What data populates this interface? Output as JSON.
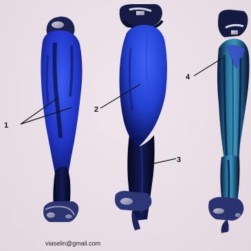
{
  "labels": {
    "label_1": "1",
    "label_2": "2",
    "label_3": "3",
    "label_4": "4"
  },
  "credit": "viaselin@gmail.com",
  "colors": {
    "background": "#e9dfe6",
    "muscle_blue": "#2a45d8",
    "muscle_dark": "#0b1040",
    "muscle_teal": "#2f7fa8",
    "bone": "#d8d4dc"
  }
}
